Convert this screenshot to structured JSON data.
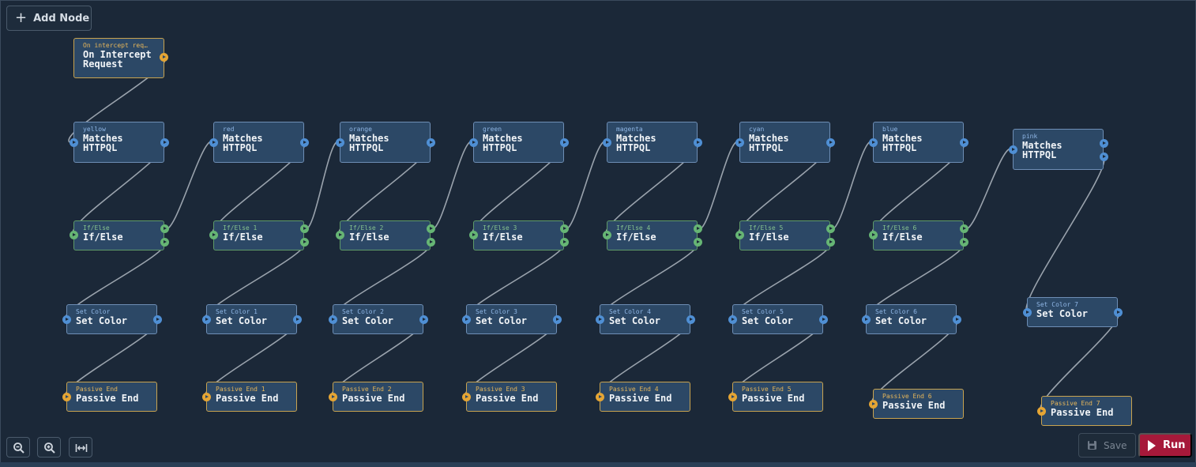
{
  "toolbar": {
    "add_node_label": "Add Node",
    "add_node_icon": "plus-icon"
  },
  "trigger": {
    "subtitle": "On intercept req…",
    "title": "On Intercept\nRequest",
    "icon": "orange-output-port"
  },
  "columns": [
    {
      "matches": {
        "subtitle": "yellow",
        "title": "Matches\nHTTPQL"
      },
      "ifelse": {
        "subtitle": "If/Else",
        "title": "If/Else"
      },
      "setcolor": {
        "subtitle": "Set Color",
        "title": "Set Color"
      },
      "end": {
        "subtitle": "Passive End",
        "title": "Passive End"
      }
    },
    {
      "matches": {
        "subtitle": "red",
        "title": "Matches\nHTTPQL"
      },
      "ifelse": {
        "subtitle": "If/Else 1",
        "title": "If/Else"
      },
      "setcolor": {
        "subtitle": "Set Color 1",
        "title": "Set Color"
      },
      "end": {
        "subtitle": "Passive End 1",
        "title": "Passive End"
      }
    },
    {
      "matches": {
        "subtitle": "orange",
        "title": "Matches\nHTTPQL"
      },
      "ifelse": {
        "subtitle": "If/Else 2",
        "title": "If/Else"
      },
      "setcolor": {
        "subtitle": "Set Color 2",
        "title": "Set Color"
      },
      "end": {
        "subtitle": "Passive End 2",
        "title": "Passive End"
      }
    },
    {
      "matches": {
        "subtitle": "green",
        "title": "Matches\nHTTPQL"
      },
      "ifelse": {
        "subtitle": "If/Else 3",
        "title": "If/Else"
      },
      "setcolor": {
        "subtitle": "Set Color 3",
        "title": "Set Color"
      },
      "end": {
        "subtitle": "Passive End 3",
        "title": "Passive End"
      }
    },
    {
      "matches": {
        "subtitle": "magenta",
        "title": "Matches\nHTTPQL"
      },
      "ifelse": {
        "subtitle": "If/Else 4",
        "title": "If/Else"
      },
      "setcolor": {
        "subtitle": "Set Color 4",
        "title": "Set Color"
      },
      "end": {
        "subtitle": "Passive End 4",
        "title": "Passive End"
      }
    },
    {
      "matches": {
        "subtitle": "cyan",
        "title": "Matches\nHTTPQL"
      },
      "ifelse": {
        "subtitle": "If/Else 5",
        "title": "If/Else"
      },
      "setcolor": {
        "subtitle": "Set Color 5",
        "title": "Set Color"
      },
      "end": {
        "subtitle": "Passive End 5",
        "title": "Passive End"
      }
    },
    {
      "matches": {
        "subtitle": "blue",
        "title": "Matches\nHTTPQL"
      },
      "ifelse": {
        "subtitle": "If/Else 6",
        "title": "If/Else"
      },
      "setcolor": {
        "subtitle": "Set Color 6",
        "title": "Set Color"
      },
      "end": {
        "subtitle": "Passive End 6",
        "title": "Passive End"
      }
    },
    {
      "matches": {
        "subtitle": "pink",
        "title": "Matches\nHTTPQL"
      },
      "setcolor": {
        "subtitle": "Set Color 7",
        "title": "Set Color"
      },
      "end": {
        "subtitle": "Passive End 7",
        "title": "Passive End"
      }
    }
  ],
  "controls": {
    "zoom_out_icon": "zoom-out-icon",
    "zoom_in_icon": "zoom-in-icon",
    "fit_icon": "fit-view-icon"
  },
  "actions": {
    "save_label": "Save",
    "save_icon": "floppy-disk-icon",
    "run_label": "Run",
    "run_icon": "play-icon"
  },
  "colors": {
    "canvas": "#1b2838",
    "node": "#2c4866",
    "node_border": "#6e8eb5",
    "ifelse_border": "#5f9b68",
    "end_border": "#c9a34f",
    "port_blue": "#4f8fd4",
    "port_green": "#66b574",
    "port_orange": "#e5a534",
    "run": "#a6193a"
  }
}
